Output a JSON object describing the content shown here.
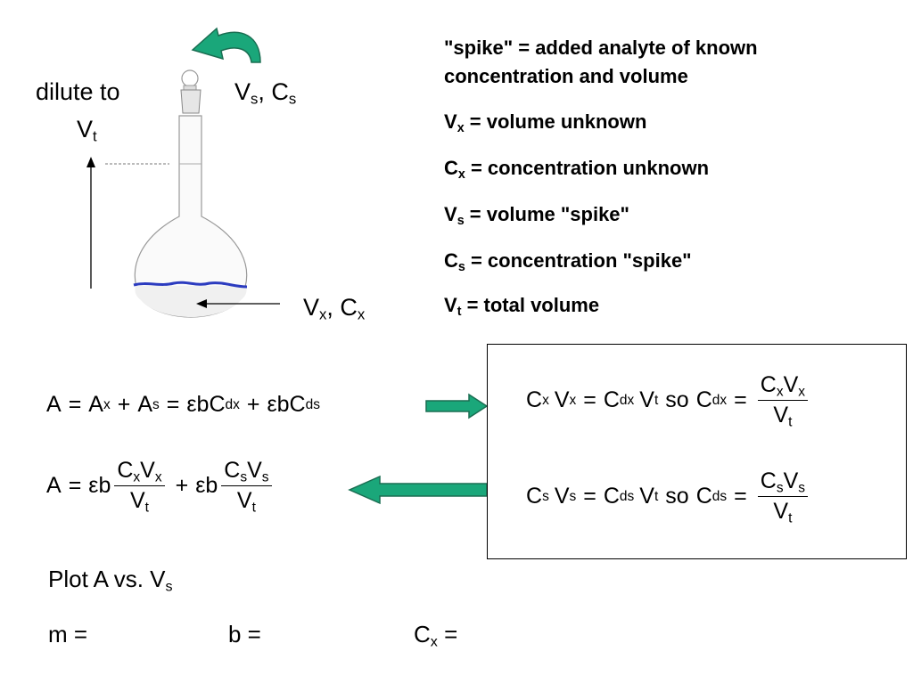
{
  "flask_labels": {
    "dilute_to": "dilute to",
    "vt": "V",
    "vt_sub": "t",
    "vs_cs": {
      "v": "V",
      "v_sub": "s",
      "sep": ", ",
      "c": "C",
      "c_sub": "s"
    },
    "vx_cx": {
      "v": "V",
      "v_sub": "x",
      "sep": ", ",
      "c": "C",
      "c_sub": "x"
    }
  },
  "definitions": {
    "spike": "\"spike\" = added analyte of known concentration and volume",
    "vx": {
      "sym": "V",
      "sub": "x",
      "text": " = volume unknown"
    },
    "cx": {
      "sym": "C",
      "sub": "x",
      "text": " = concentration unknown"
    },
    "vs": {
      "sym": "V",
      "sub": "s",
      "text": " = volume \"spike\""
    },
    "cs": {
      "sym": "C",
      "sub": "s",
      "text": " = concentration \"spike\""
    },
    "vt": {
      "sym": "V",
      "sub": "t",
      "text": " = total volume"
    }
  },
  "equations": {
    "eq1": {
      "a": "A",
      "eq": "=",
      "ax": "A",
      "ax_sub": "x",
      "plus": "+",
      "as": "A",
      "as_sub": "s",
      "eq2": "=",
      "eb1": "εbC",
      "eb1_sub": "dx",
      "plus2": "+",
      "eb2": "εbC",
      "eb2_sub": "ds"
    },
    "eq2": {
      "a": "A",
      "eq": "=",
      "eb": "εb",
      "plus": "+",
      "eb2": "εb",
      "num1_c": "C",
      "num1_c_sub": "x",
      "num1_v": "V",
      "num1_v_sub": "x",
      "den1": "V",
      "den1_sub": "t",
      "num2_c": "C",
      "num2_c_sub": "s",
      "num2_v": "V",
      "num2_v_sub": "s",
      "den2": "V",
      "den2_sub": "t"
    },
    "box1": {
      "c": "C",
      "c_sub": "x",
      "v": "V",
      "v_sub": "x",
      "eq": "=",
      "cd": "C",
      "cd_sub": "dx",
      "vt": "V",
      "vt_sub": "t",
      "so": "so",
      "cd2": "C",
      "cd2_sub": "dx",
      "eq2": "=",
      "num_c": "C",
      "num_c_sub": "x",
      "num_v": "V",
      "num_v_sub": "x",
      "den": "V",
      "den_sub": "t"
    },
    "box2": {
      "c": "C",
      "c_sub": "s",
      "v": "V",
      "v_sub": "s",
      "eq": "=",
      "cd": "C",
      "cd_sub": "ds",
      "vt": "V",
      "vt_sub": "t",
      "so": "so",
      "cd2": "C",
      "cd2_sub": "ds",
      "eq2": "=",
      "num_c": "C",
      "num_c_sub": "s",
      "num_v": "V",
      "num_v_sub": "s",
      "den": "V",
      "den_sub": "t"
    }
  },
  "plot": {
    "text": "Plot A vs. V",
    "sub": "s"
  },
  "bottom": {
    "m": "m =",
    "b": "b =",
    "cx": "C",
    "cx_sub": "x",
    "cx_eq": " ="
  },
  "colors": {
    "arrow_green": "#1aa77a",
    "arrow_dark": "#1a6e52",
    "meniscus_blue": "#2b3bbf"
  }
}
